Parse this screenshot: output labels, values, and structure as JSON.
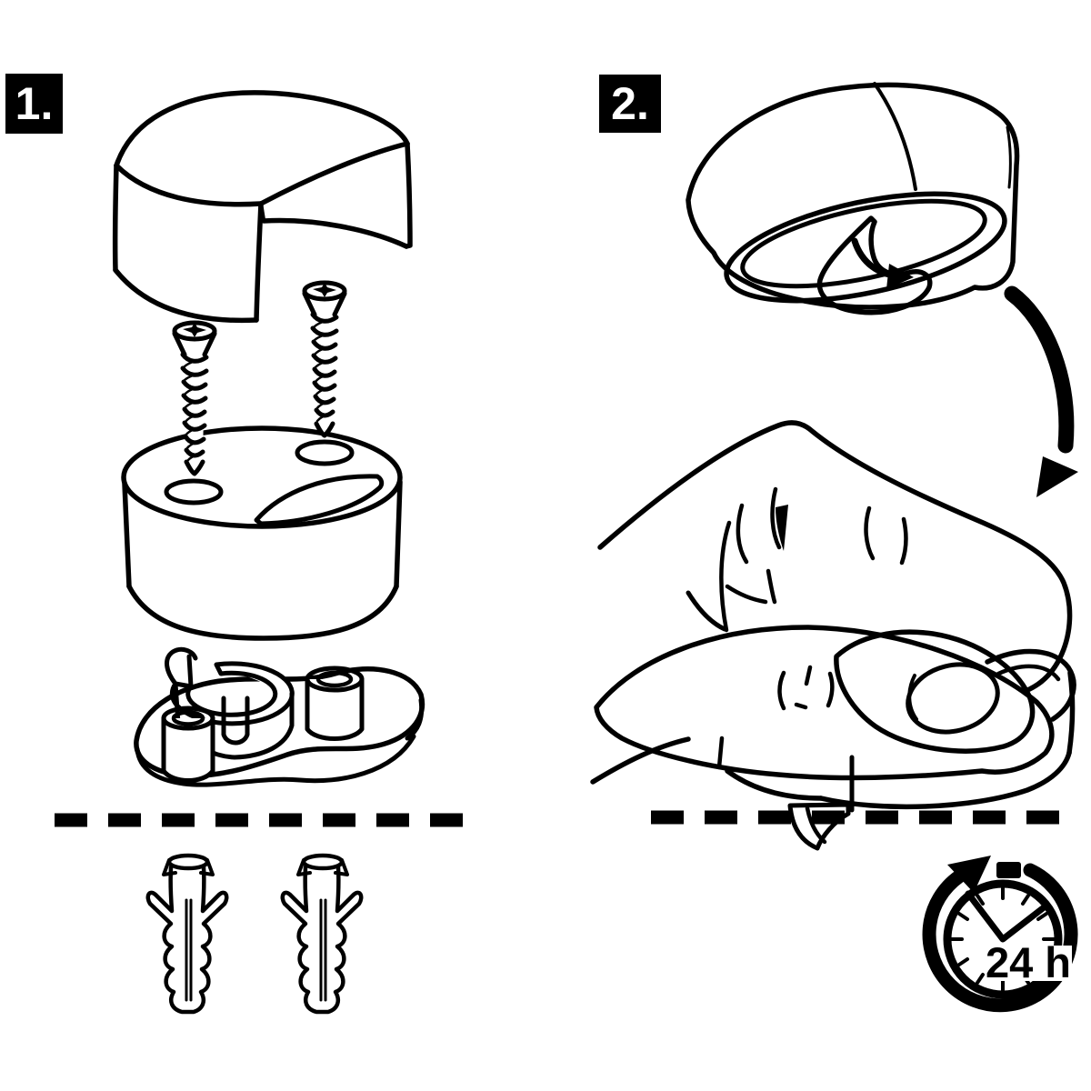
{
  "document": {
    "kind": "installation-instructions",
    "colors": {
      "ink": "#000000",
      "paper": "#ffffff"
    }
  },
  "steps": [
    {
      "id": "step-1",
      "label": "1.",
      "illustrations": [
        "cover-cap",
        "mounting-screw-left",
        "mounting-screw-right",
        "stopper-body",
        "mounting-plate-with-clip",
        "wall-surface-dashed-line",
        "wall-anchor-left",
        "wall-anchor-right"
      ]
    },
    {
      "id": "step-2",
      "label": "2.",
      "cure_time_label": "24 h",
      "illustrations": [
        "cap-underside-with-hook",
        "hook-rotation-arrow",
        "turn-over-arrow",
        "hand-pressing-stopper",
        "wall-surface-dashed-line",
        "hook-below-wall-line",
        "cure-time-clock"
      ]
    }
  ]
}
